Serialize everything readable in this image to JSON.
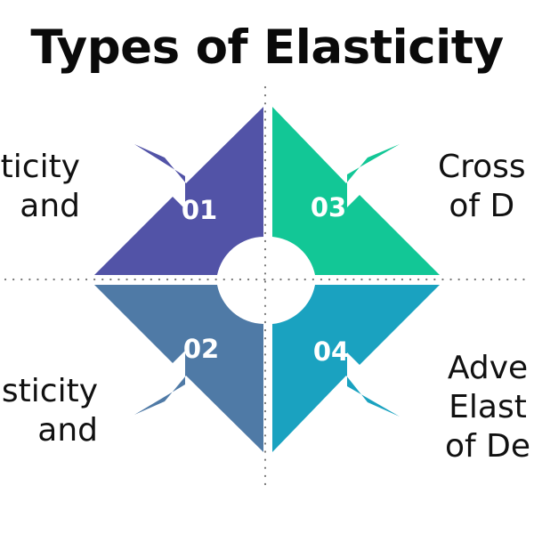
{
  "title": "Types of Elasticity",
  "quadrants": [
    {
      "number": "01",
      "color": "#5253a7",
      "label_lines": [
        "ticity",
        "and"
      ]
    },
    {
      "number": "02",
      "color": "#4f7aa6",
      "label_lines": [
        "sticity",
        "and"
      ]
    },
    {
      "number": "03",
      "color": "#12c796",
      "label_lines": [
        "Cross",
        "of D"
      ]
    },
    {
      "number": "04",
      "color": "#1aa2c0",
      "label_lines": [
        "Adve",
        "Elast",
        "of De"
      ]
    }
  ]
}
